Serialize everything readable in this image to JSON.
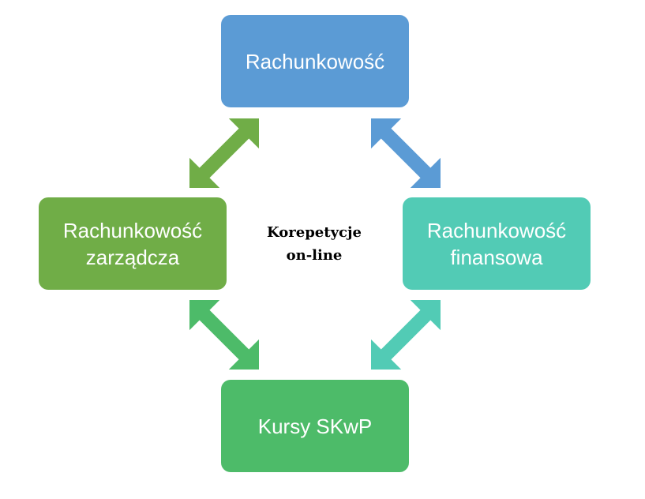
{
  "nodes": {
    "top": {
      "line1": "Rachunkowość",
      "line2": ""
    },
    "left": {
      "line1": "Rachunkowość",
      "line2": "zarządcza"
    },
    "right": {
      "line1": "Rachunkowość",
      "line2": "finansowa"
    },
    "bottom": {
      "line1": "Kursy SKwP",
      "line2": ""
    }
  },
  "center": {
    "line1": "Korepetycje",
    "line2": "on-line"
  },
  "colors": {
    "top": "#5b9bd5",
    "left": "#70ad47",
    "right": "#52cbb5",
    "bottom": "#4dbb69"
  }
}
